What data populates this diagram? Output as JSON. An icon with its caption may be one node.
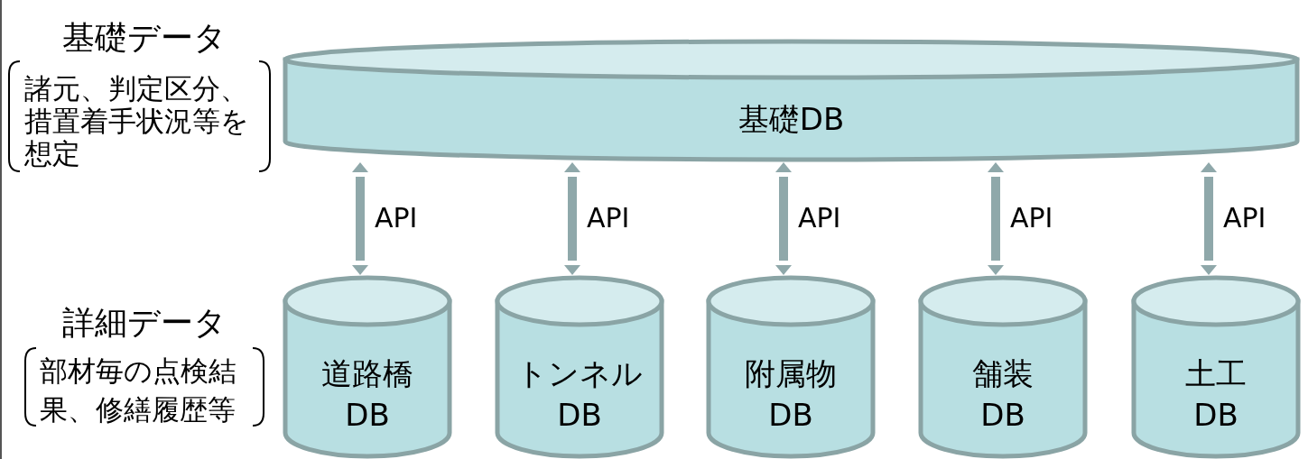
{
  "diagram": {
    "nodes": [
      {
        "text": [
          "基礎DB"
        ]
      },
      {
        "text": [
          "道路橋",
          "DB"
        ]
      },
      {
        "text": [
          "トンネル",
          "DB"
        ]
      },
      {
        "text": [
          "附属物",
          "DB"
        ]
      },
      {
        "text": [
          "舗装",
          "DB"
        ]
      },
      {
        "text": [
          "土工",
          "DB"
        ]
      }
    ],
    "edges": [
      {
        "from": 0,
        "to": 1,
        "arrow": "both",
        "label": "API"
      },
      {
        "from": 0,
        "to": 2,
        "arrow": "both",
        "label": "API"
      },
      {
        "from": 0,
        "to": 3,
        "arrow": "both",
        "label": "API"
      },
      {
        "from": 0,
        "to": 4,
        "arrow": "both",
        "label": "API"
      },
      {
        "from": 0,
        "to": 5,
        "arrow": "both",
        "label": "API"
      }
    ],
    "labels": [
      "基礎データ",
      "諸元、判定区分、措置着手状況等を想定",
      "詳細データ",
      "部材毎の点検結果、修繕履歴等"
    ]
  }
}
